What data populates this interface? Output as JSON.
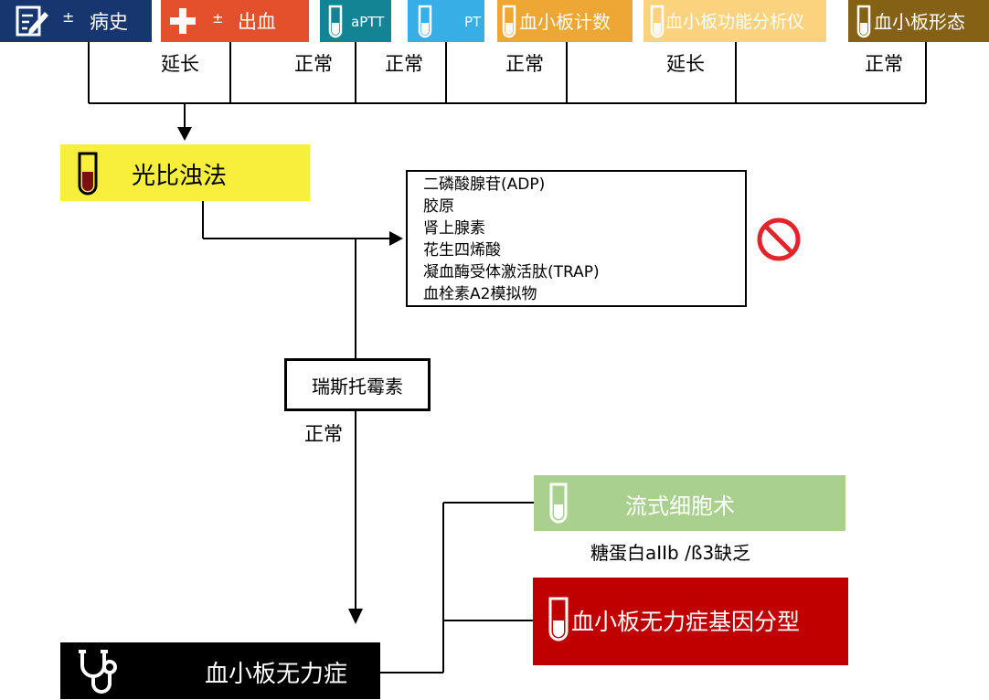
{
  "colors": {
    "history": "#17366f",
    "bleeding": "#e4502b",
    "aptt": "#138494",
    "pt": "#38aee7",
    "count": "#eea734",
    "function": "#fbd37f",
    "morphology": "#856116",
    "lta": "#f7ef3b",
    "flow": "#a9d08e",
    "genotype": "#c00000",
    "diagnosis": "#000000",
    "prohibit": "#e3242b"
  },
  "tests": {
    "history": {
      "pm": "±",
      "label": "病史"
    },
    "bleeding": {
      "pm": "±",
      "label": "出血"
    },
    "aptt": {
      "label": "aPTT"
    },
    "pt": {
      "label": "PT"
    },
    "count": {
      "label": "血小板计数"
    },
    "function": {
      "label": "血小板功能分析仪"
    },
    "morphology": {
      "label": "血小板形态"
    }
  },
  "results": {
    "bleeding": "延长",
    "aptt": "正常",
    "pt": "正常",
    "count": "正常",
    "function": "延长",
    "morphology": "正常"
  },
  "lta": {
    "label": "光比浊法"
  },
  "agonists": [
    "二磷酸腺苷(ADP)",
    "胶原",
    "肾上腺素",
    "花生四烯酸",
    "凝血酶受体激活肽(TRAP)",
    "血栓素A2模拟物"
  ],
  "ristocetin": {
    "label": "瑞斯托霉素",
    "result": "正常"
  },
  "flow": {
    "label": "流式细胞术",
    "result": "糖蛋白aIIb /ß3缺乏"
  },
  "genotype": {
    "label": "血小板无力症基因分型"
  },
  "diagnosis": {
    "label": "血小板无力症"
  }
}
